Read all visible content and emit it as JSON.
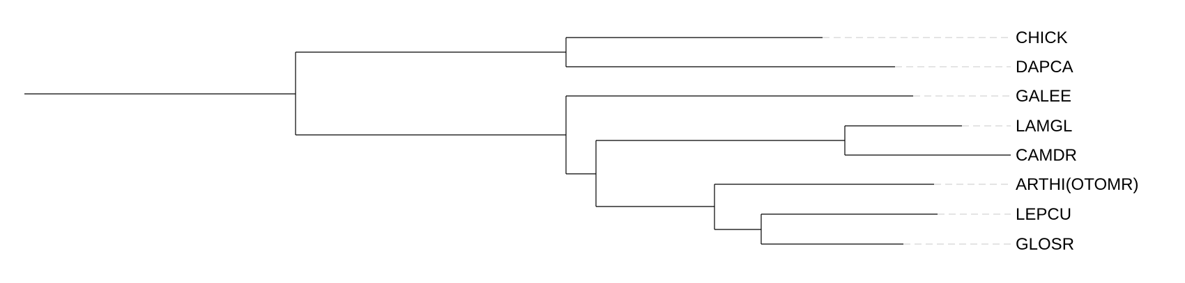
{
  "tree": {
    "leaves": [
      "CHICK",
      "DAPCA",
      "GALEE",
      "LAMGL",
      "CAMDR",
      "ARTHI(OTOMR)",
      "LEPCU",
      "GLOSR"
    ],
    "colors": {
      "branch": "#000000",
      "guide": "#c8c8c8",
      "label": "#000000"
    }
  }
}
